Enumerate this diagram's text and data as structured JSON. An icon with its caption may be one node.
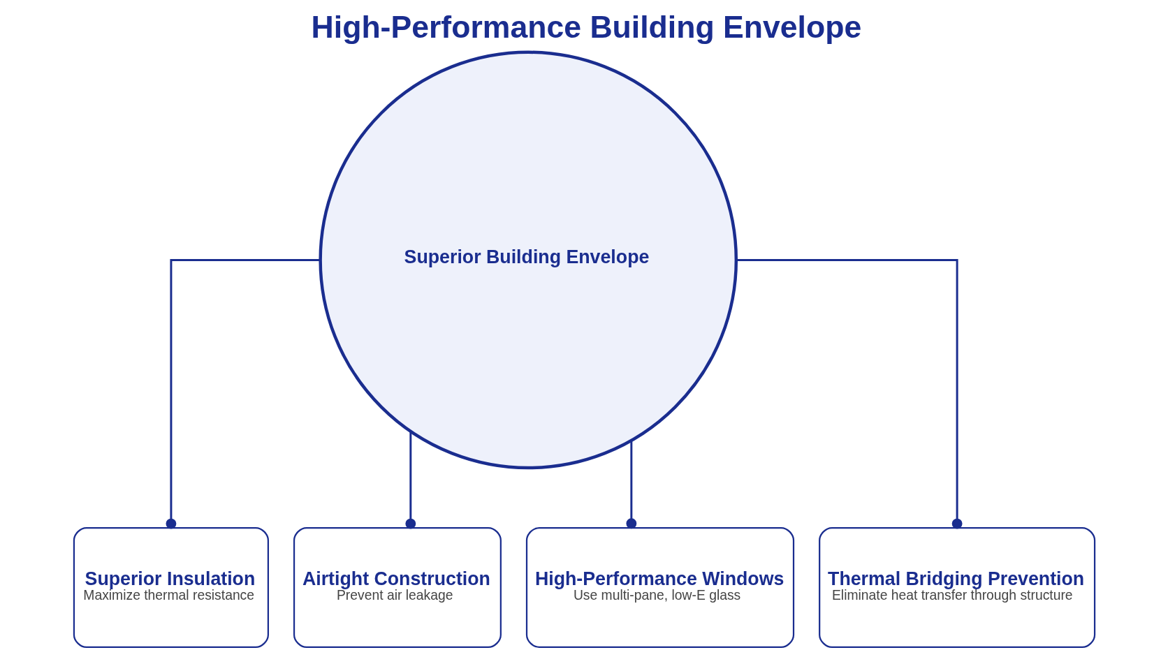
{
  "diagram": {
    "title": "High-Performance Building Envelope",
    "nodes": [
      {
        "text": [
          "Superior Building Envelope"
        ]
      },
      {
        "text": [
          "Superior Insulation",
          "Maximize thermal resistance"
        ]
      },
      {
        "text": [
          "Airtight Construction",
          "Prevent air leakage"
        ]
      },
      {
        "text": [
          "High-Performance Windows",
          "Use multi-pane, low-E glass"
        ]
      },
      {
        "text": [
          "Thermal Bridging Prevention",
          "Eliminate heat transfer through structure"
        ]
      }
    ],
    "edges": [
      {
        "from": 0,
        "to": 1,
        "arrow": "other"
      },
      {
        "from": 0,
        "to": 2,
        "arrow": "other"
      },
      {
        "from": 0,
        "to": 3,
        "arrow": "other"
      },
      {
        "from": 0,
        "to": 4,
        "arrow": "other"
      }
    ]
  }
}
